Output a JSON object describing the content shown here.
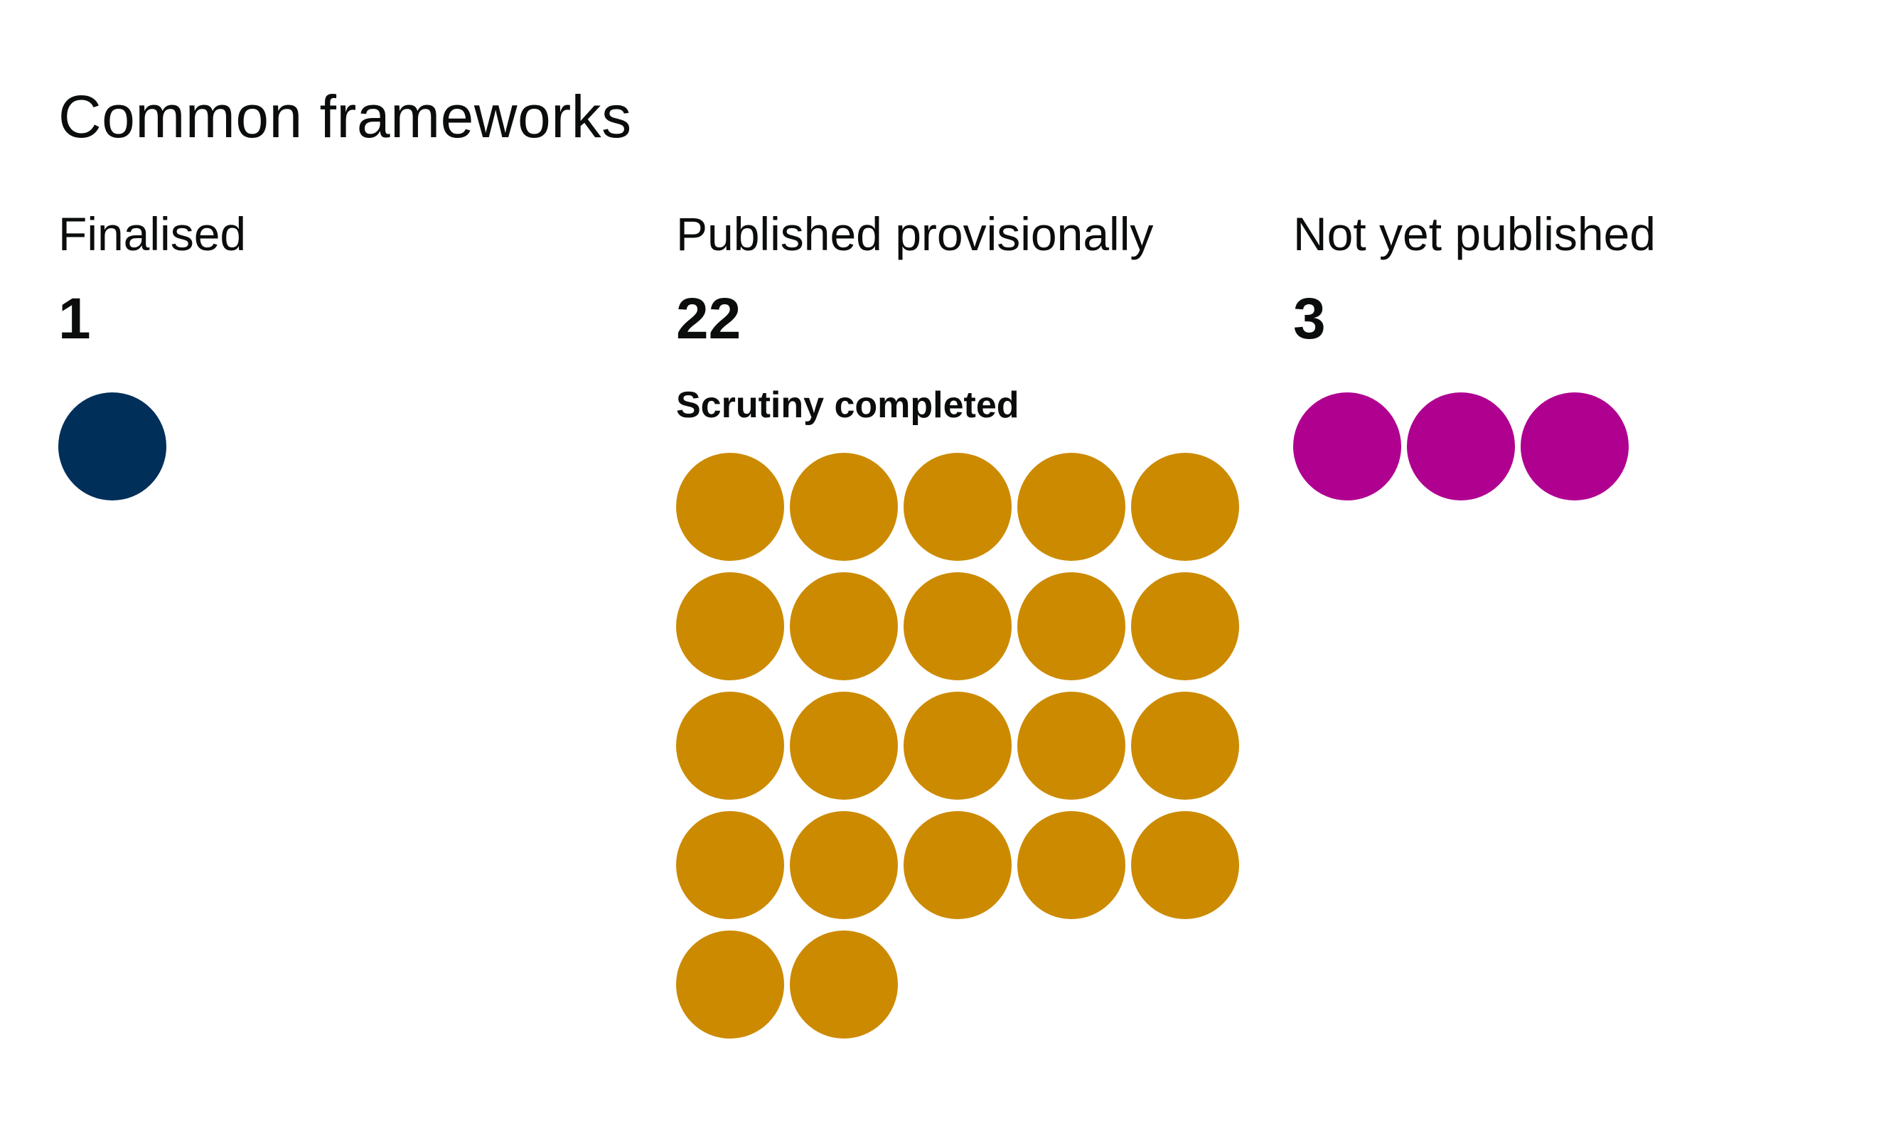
{
  "chart_data": {
    "type": "unit",
    "title": "Common frameworks",
    "groups": [
      {
        "label": "Finalised",
        "count": 1,
        "sublabel": "",
        "color": "#002f5a"
      },
      {
        "label": "Published provisionally",
        "count": 22,
        "sublabel": "Scrutiny completed",
        "color": "#cc8a00"
      },
      {
        "label": "Not yet published",
        "count": 3,
        "sublabel": "",
        "color": "#af0090"
      }
    ]
  }
}
